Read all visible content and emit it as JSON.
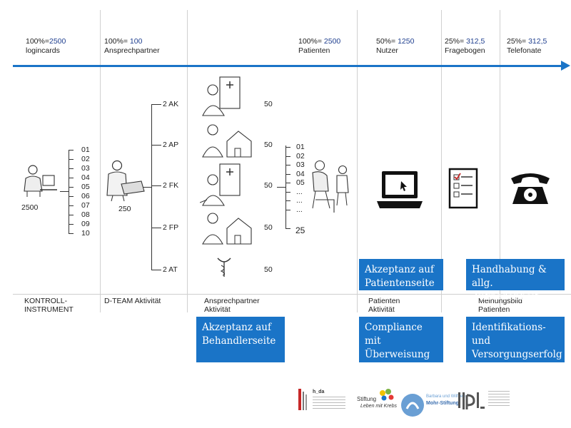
{
  "header": {
    "col1": {
      "pct": "100%=",
      "value": "2500",
      "label": "logincards"
    },
    "col2": {
      "pct": "100%= ",
      "value": "100",
      "label": "Ansprechpartner"
    },
    "col3": {
      "pct": "100%= ",
      "value": "2500",
      "label": "Patienten"
    },
    "col4": {
      "pct": "50%= ",
      "value": "1250",
      "label": "Nutzer"
    },
    "col5": {
      "pct": "25%= ",
      "value": "312,5",
      "label": "Fragebogen"
    },
    "col6": {
      "pct": "25%= ",
      "value": "312,5",
      "label": "Telefonate"
    }
  },
  "left_count": "2500",
  "team_count": "250",
  "list_numbers": [
    "01",
    "02",
    "03",
    "04",
    "05",
    "06",
    "07",
    "08",
    "09",
    "10"
  ],
  "branches": [
    {
      "code": "2 AK",
      "count": "50"
    },
    {
      "code": "2 AP",
      "count": "50"
    },
    {
      "code": "2 FK",
      "count": "50"
    },
    {
      "code": "2 FP",
      "count": "50"
    },
    {
      "code": "2 AT",
      "count": "50"
    }
  ],
  "patient_numbers": [
    "01",
    "02",
    "03",
    "04",
    "05",
    "...",
    "...",
    "..."
  ],
  "patient_last": "25",
  "footer": {
    "f1": [
      "KONTROLL-",
      "INSTRUMENT"
    ],
    "f2": [
      "D-TEAM Aktivität"
    ],
    "f3": [
      "Ansprechpartner",
      "Aktivität"
    ],
    "f4": [
      "Patienten",
      "Aktivität"
    ],
    "f5": [
      "Meinungsbild",
      "Patienten"
    ]
  },
  "boxes": {
    "patientenseite": [
      "Akzeptanz auf",
      "Patientenseite"
    ],
    "handhabung": [
      "Handhabung &",
      "allg. Zufriedenheit"
    ],
    "behandlerseite": [
      "Akzeptanz auf",
      "Behandlerseite"
    ],
    "compliance": [
      "Compliance mit",
      "Überweisung"
    ],
    "identifikation": [
      "Identifikations- und",
      "Versorgungserfolg"
    ]
  },
  "logos": {
    "hda": "h_da",
    "stiftung_top": "Stiftung",
    "stiftung_bottom": "Leben mit Krebs",
    "mohr_top": "Barbara und Wilfried",
    "mohr_bottom": "Mohr-Stiftung"
  },
  "colors": {
    "accent": "#1a74c7",
    "header_highlight": "#1f3f8f"
  }
}
